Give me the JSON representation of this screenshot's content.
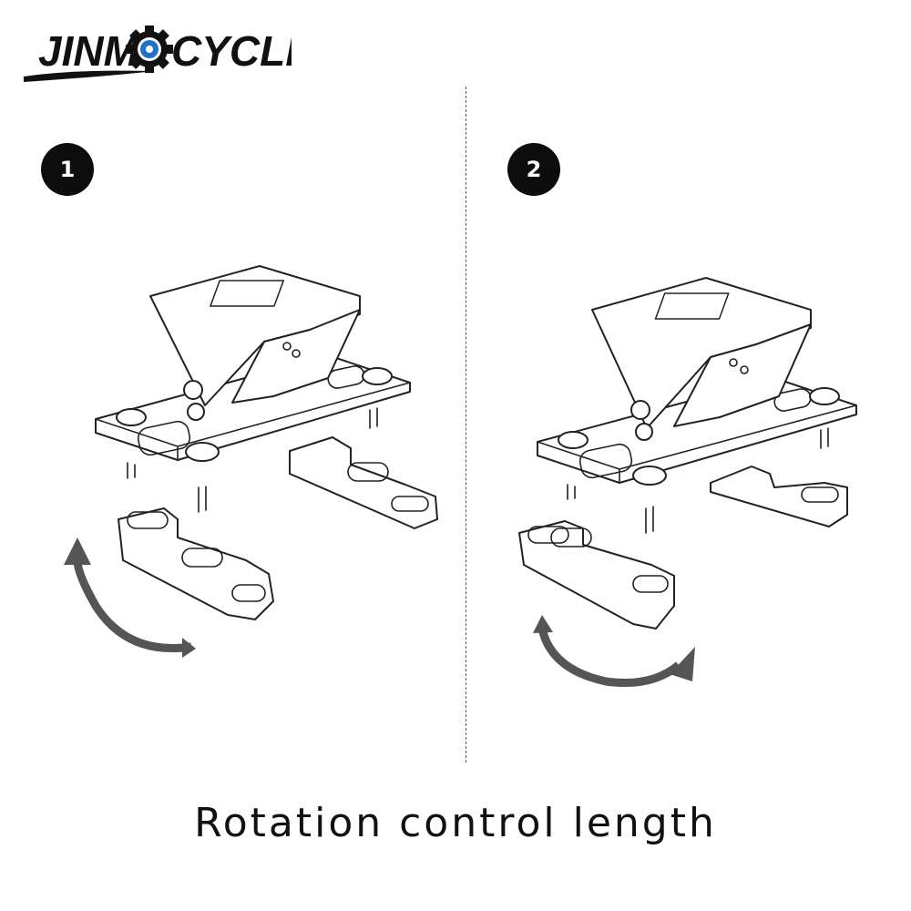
{
  "brand": {
    "logo_text_left": "JINM",
    "logo_text_right": "CYCLE",
    "accent_color": "#1e73c8",
    "ink_color": "#111111"
  },
  "steps": [
    {
      "number": "1"
    },
    {
      "number": "2"
    }
  ],
  "caption": "Rotation control length",
  "icons": {
    "logo_gear": "gear-icon",
    "rotate_arrow_1": "rotate-counterclockwise-arrow-icon",
    "rotate_arrow_2": "rotate-clockwise-arrow-icon"
  }
}
